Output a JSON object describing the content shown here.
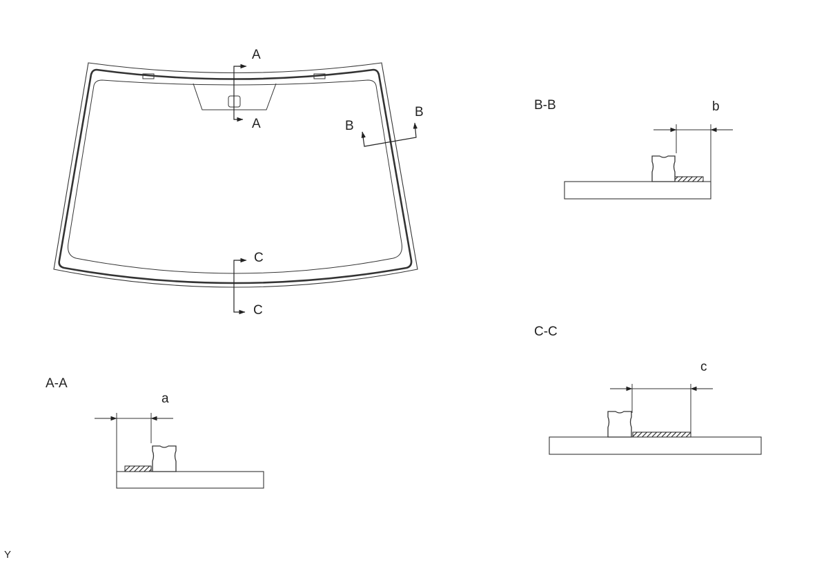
{
  "overview": {
    "section_a_top": "A",
    "section_a_bottom": "A",
    "section_b_left": "B",
    "section_b_right": "B",
    "section_c_top": "C",
    "section_c_bottom": "C"
  },
  "section_aa": {
    "title": "A-A",
    "dimension_label": "a"
  },
  "section_bb": {
    "title": "B-B",
    "dimension_label": "b"
  },
  "section_cc": {
    "title": "C-C",
    "dimension_label": "c"
  },
  "figure_code": "Y"
}
